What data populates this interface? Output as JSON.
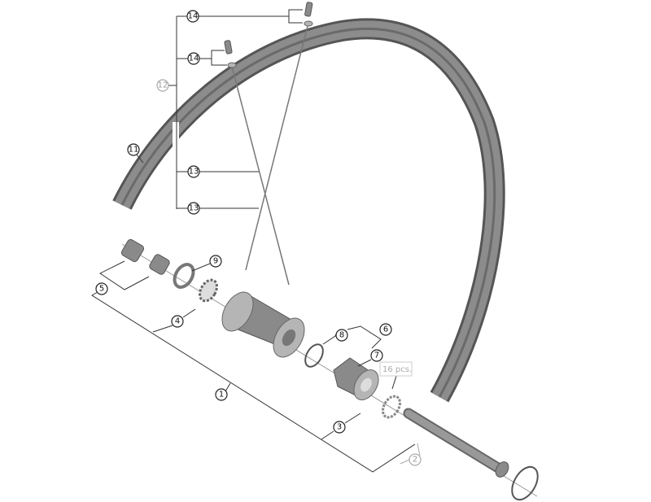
{
  "callouts": {
    "c14a": "14",
    "c14b": "14",
    "c12": "12",
    "c11": "11",
    "c13a": "13",
    "c13b": "13",
    "c9": "9",
    "c5": "5",
    "c4": "4",
    "c1": "1",
    "c8": "8",
    "c6": "6",
    "c7": "7",
    "c3": "3",
    "c2": "2"
  },
  "notes": {
    "ball_count": "16 pcs."
  },
  "colors": {
    "part": "#8a8a8a",
    "leader": "#333333",
    "optional_leader": "#aaaaaa"
  }
}
